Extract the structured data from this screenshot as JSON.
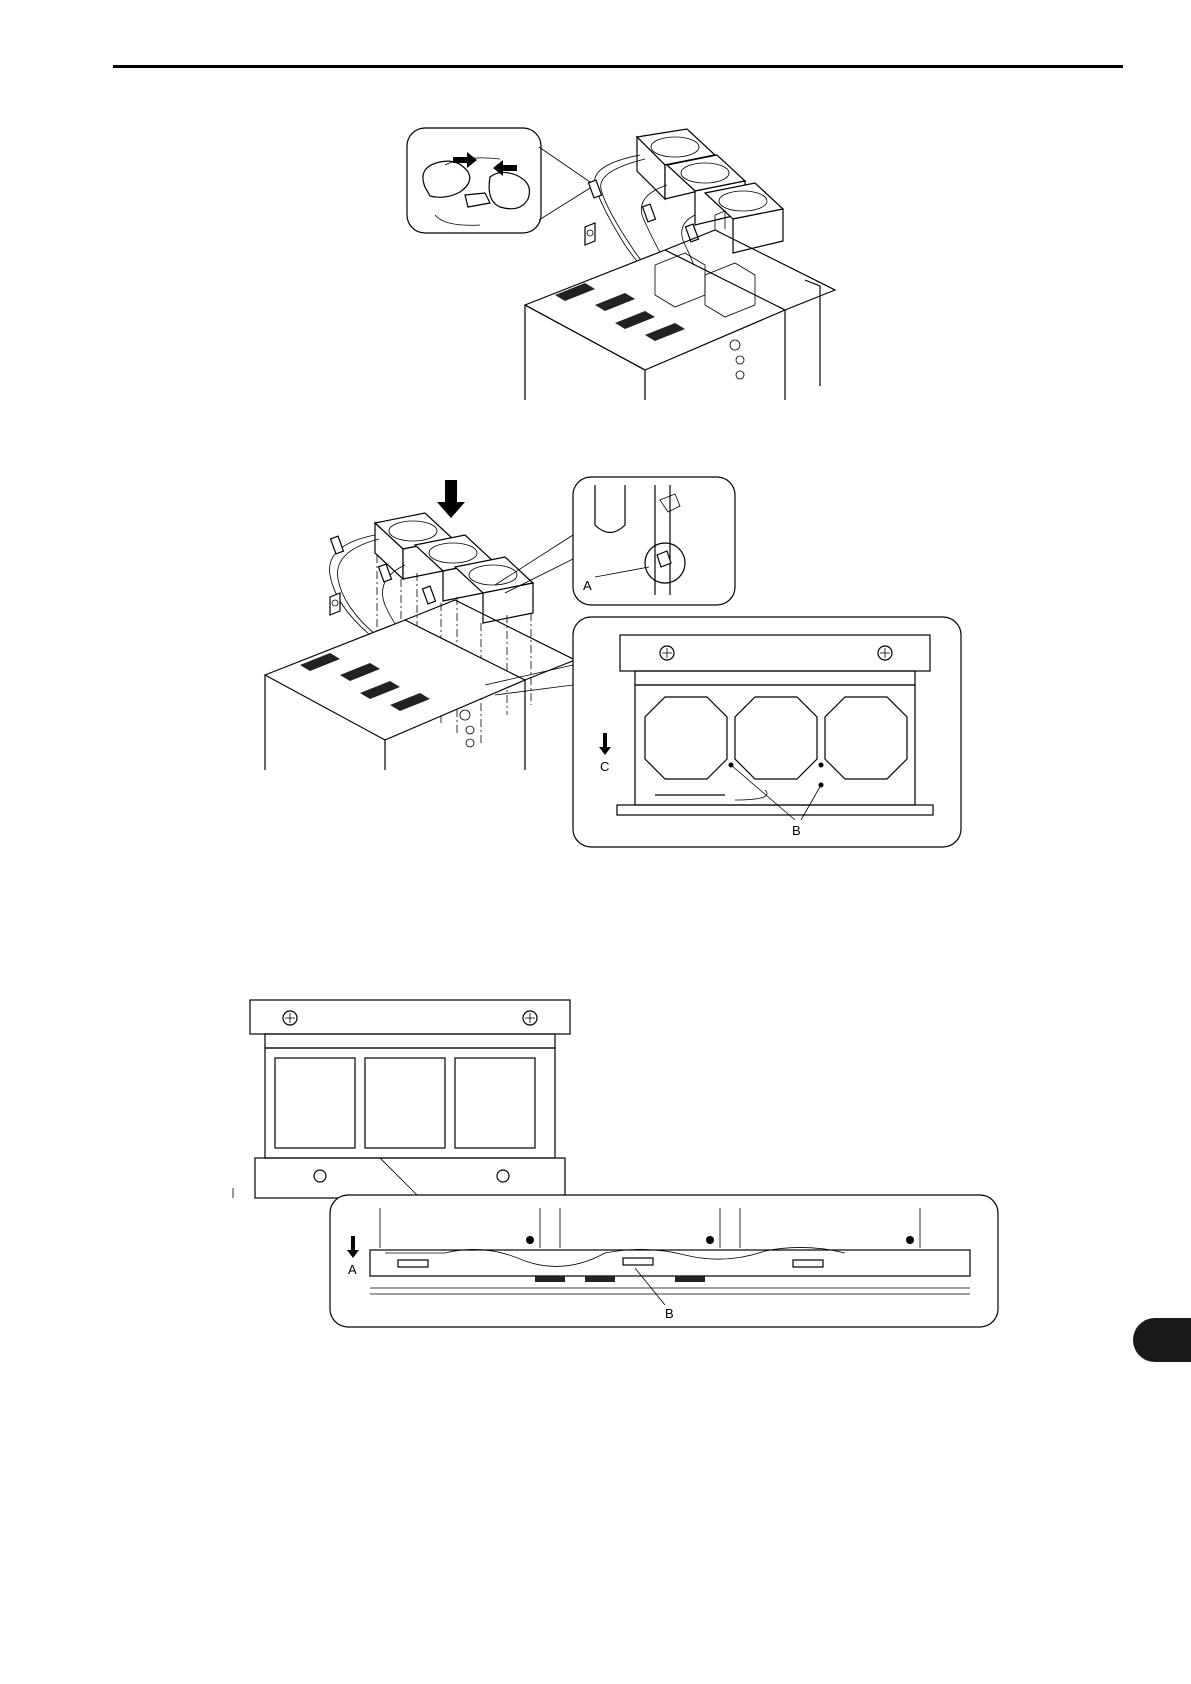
{
  "figure2": {
    "callout_a": "A",
    "callout_b": "B",
    "callout_c": "C"
  },
  "figure3": {
    "callout_a": "A",
    "callout_b": "B"
  }
}
